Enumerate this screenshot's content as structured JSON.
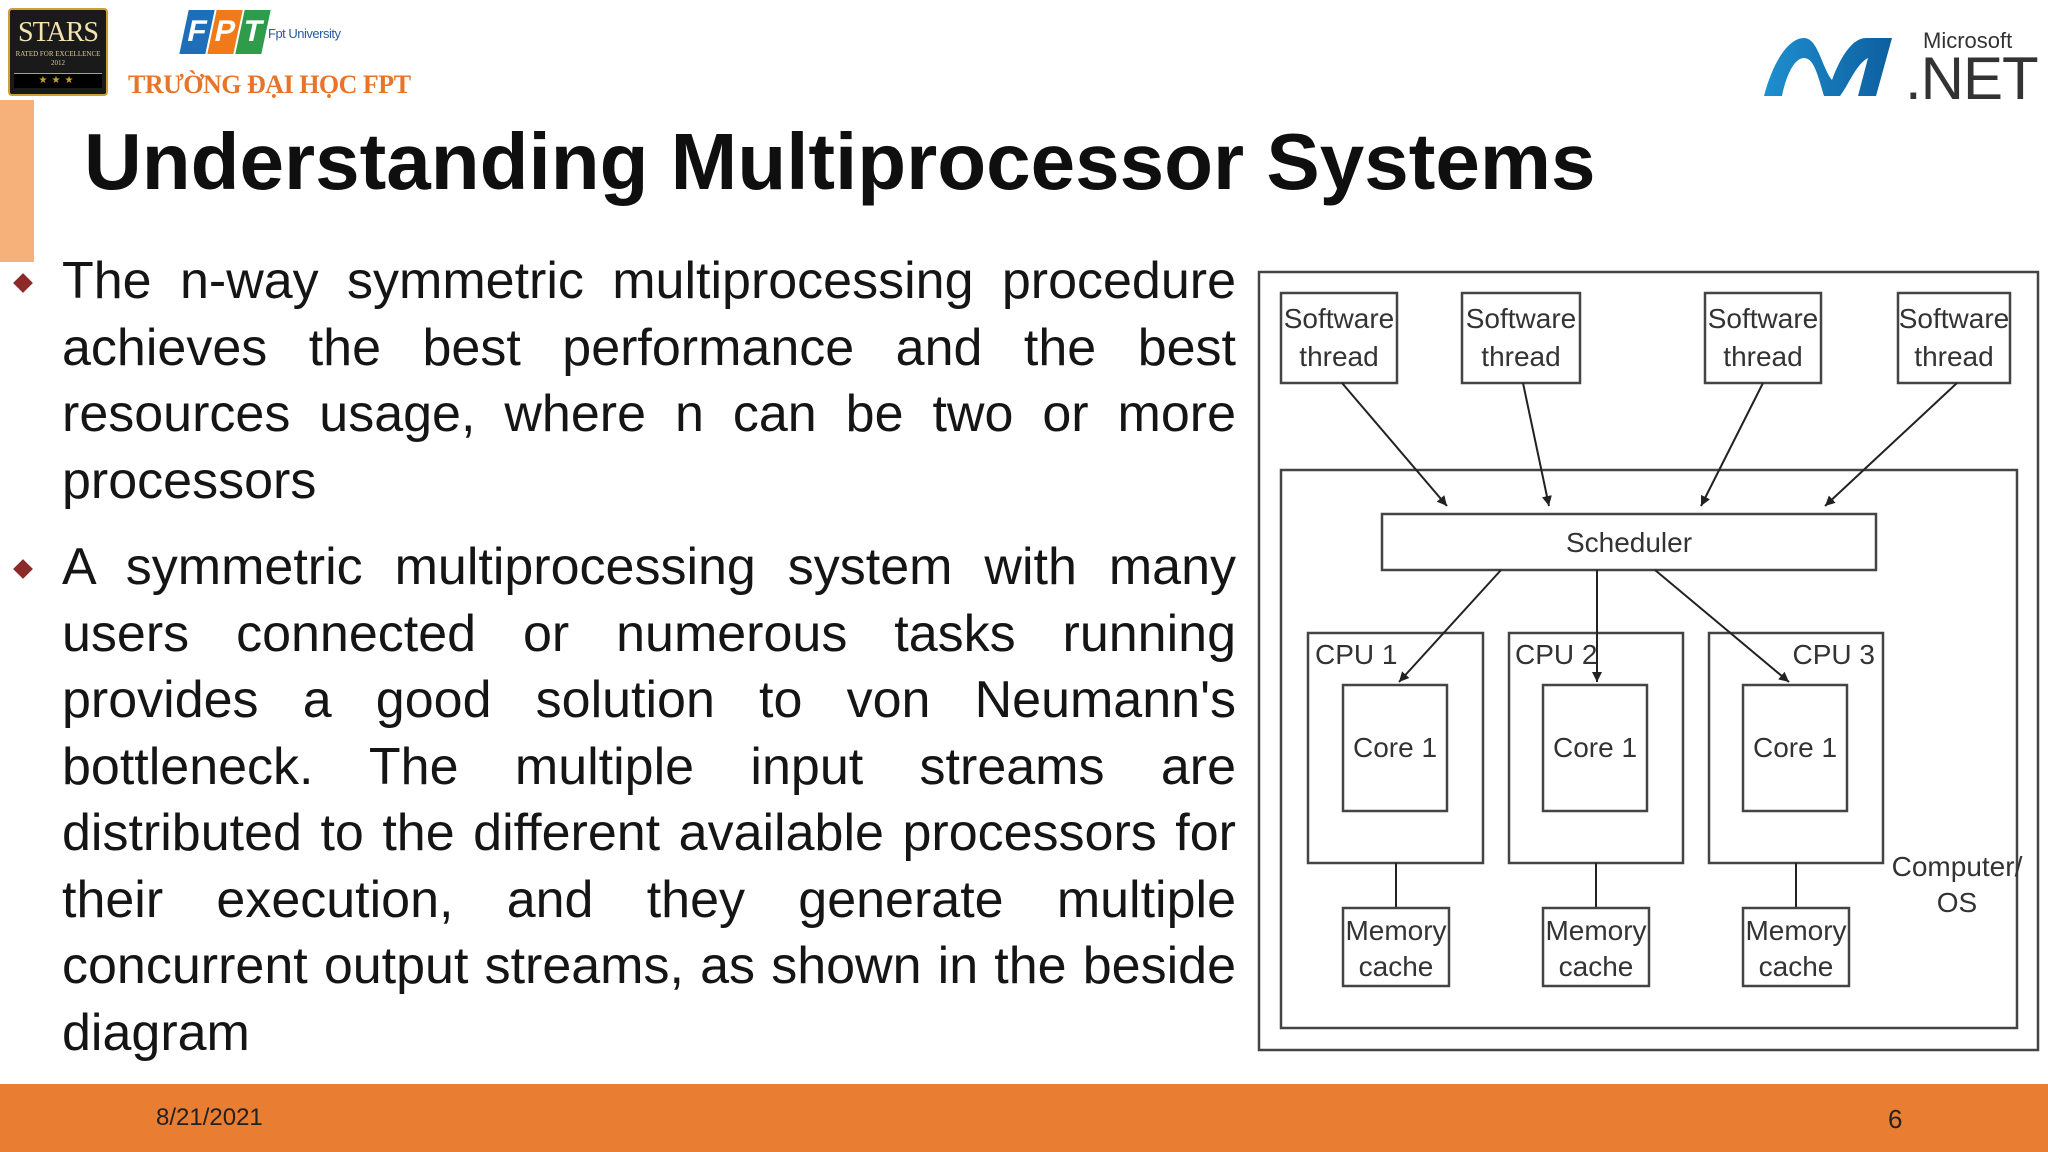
{
  "logos": {
    "stars": {
      "word": "STARS",
      "tagline": "RATED FOR EXCELLENCE",
      "year": "2012"
    },
    "fpt": {
      "letters": [
        "F",
        "P",
        "T"
      ],
      "university": "Fpt University",
      "name": "TRƯỜNG ĐẠI HỌC FPT"
    },
    "dotnet": {
      "company": "Microsoft",
      "word": ".NET"
    }
  },
  "slide": {
    "title": "Understanding Multiprocessor Systems",
    "bullets": [
      "The n-way symmetric multiprocessing procedure achieves the best performance and the best resources usage, where n can be two or more processors",
      "A symmetric multiprocessing system with many users connected or numerous tasks running provides a good solution to von Neumann's bottleneck. The multiple input streams are distributed to the different available processors for their execution, and they generate multiple concurrent output streams, as shown in the beside diagram"
    ]
  },
  "diagram": {
    "threads": [
      [
        "Software",
        "thread"
      ],
      [
        "Software",
        "thread"
      ],
      [
        "Software",
        "thread"
      ],
      [
        "Software",
        "thread"
      ]
    ],
    "scheduler": "Scheduler",
    "cpus": [
      {
        "label": "CPU 1",
        "core": "Core 1",
        "memory": [
          "Memory",
          "cache"
        ]
      },
      {
        "label": "CPU 2",
        "core": "Core 1",
        "memory": [
          "Memory",
          "cache"
        ]
      },
      {
        "label": "CPU 3",
        "core": "Core 1",
        "memory": [
          "Memory",
          "cache"
        ]
      }
    ],
    "container_label": [
      "Computer/",
      "OS"
    ]
  },
  "footer": {
    "date": "8/21/2021",
    "page_number": "6",
    "bar_color": "#e97e33"
  }
}
